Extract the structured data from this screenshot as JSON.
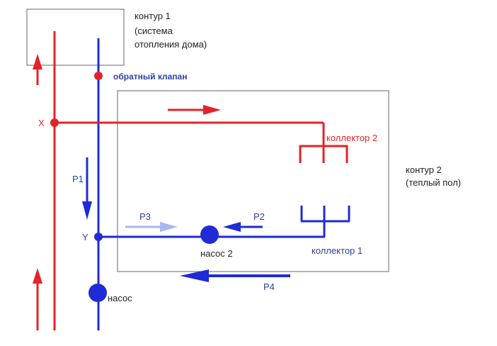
{
  "labels": {
    "contour1": [
      "контур 1",
      "(система",
      "отопления дома)"
    ],
    "check_valve": "обратный клапан",
    "x_point": "X",
    "y_point": "Y",
    "collector2": "коллектор 2",
    "contour2": [
      "контур 2",
      "(теплый пол)"
    ],
    "p1": "P1",
    "p2": "P2",
    "p3": "P3",
    "p4": "P4",
    "pump2": "насос 2",
    "collector1": "коллектор 1",
    "pump": "насос"
  },
  "colors": {
    "supply": "#e32328",
    "return": "#1f2bd6",
    "p3_arrow": "#a9b7ee",
    "frame": "#666666"
  }
}
